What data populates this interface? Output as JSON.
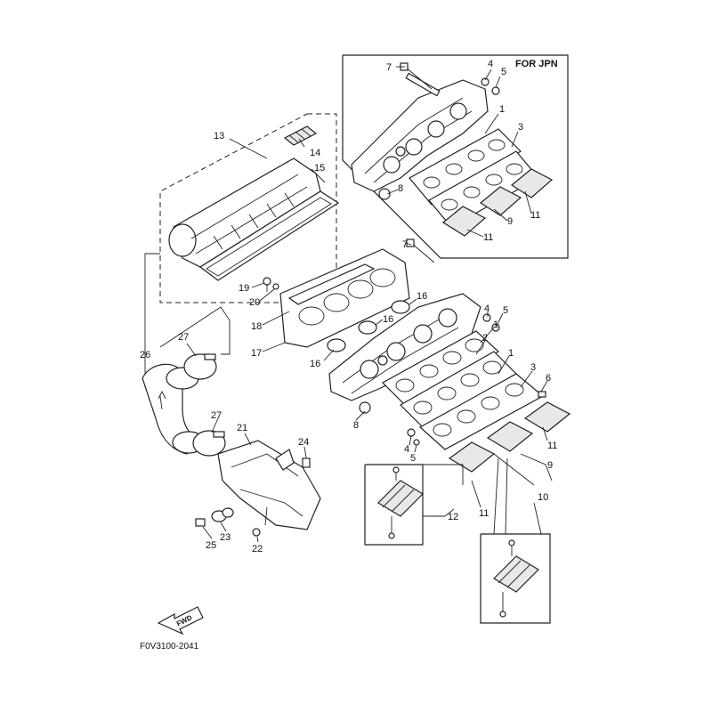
{
  "diagram": {
    "inset_title": "FOR JPN",
    "reference_code": "F0V3100-2041",
    "fwd_label": "FWD",
    "callouts": [
      {
        "id": "c7a",
        "label": "7"
      },
      {
        "id": "c4a",
        "label": "4"
      },
      {
        "id": "c5a",
        "label": "5"
      },
      {
        "id": "c1a",
        "label": "1"
      },
      {
        "id": "c3a",
        "label": "3"
      },
      {
        "id": "c8a",
        "label": "8"
      },
      {
        "id": "c9a",
        "label": "9"
      },
      {
        "id": "c11a",
        "label": "11"
      },
      {
        "id": "c11b",
        "label": "11"
      },
      {
        "id": "c13",
        "label": "13"
      },
      {
        "id": "c14",
        "label": "14"
      },
      {
        "id": "c15",
        "label": "15"
      },
      {
        "id": "c19",
        "label": "19"
      },
      {
        "id": "c20",
        "label": "20"
      },
      {
        "id": "c18",
        "label": "18"
      },
      {
        "id": "c17",
        "label": "17"
      },
      {
        "id": "c7b",
        "label": "7"
      },
      {
        "id": "c16a",
        "label": "16"
      },
      {
        "id": "c16b",
        "label": "16"
      },
      {
        "id": "c16c",
        "label": "16"
      },
      {
        "id": "c4b",
        "label": "4"
      },
      {
        "id": "c5b",
        "label": "5"
      },
      {
        "id": "c1b",
        "label": "1"
      },
      {
        "id": "c2",
        "label": "2"
      },
      {
        "id": "c1c",
        "label": "1"
      },
      {
        "id": "c3b",
        "label": "3"
      },
      {
        "id": "c6",
        "label": "6"
      },
      {
        "id": "c8b",
        "label": "8"
      },
      {
        "id": "c11c",
        "label": "11"
      },
      {
        "id": "c4c",
        "label": "4"
      },
      {
        "id": "c5c",
        "label": "5"
      },
      {
        "id": "c9b",
        "label": "9"
      },
      {
        "id": "c10",
        "label": "10"
      },
      {
        "id": "c12",
        "label": "12"
      },
      {
        "id": "c11d",
        "label": "11"
      },
      {
        "id": "c26",
        "label": "26"
      },
      {
        "id": "c27a",
        "label": "27"
      },
      {
        "id": "c27b",
        "label": "27"
      },
      {
        "id": "c21",
        "label": "21"
      },
      {
        "id": "c24",
        "label": "24"
      },
      {
        "id": "c25",
        "label": "25"
      },
      {
        "id": "c23",
        "label": "23"
      },
      {
        "id": "c22",
        "label": "22"
      }
    ]
  }
}
